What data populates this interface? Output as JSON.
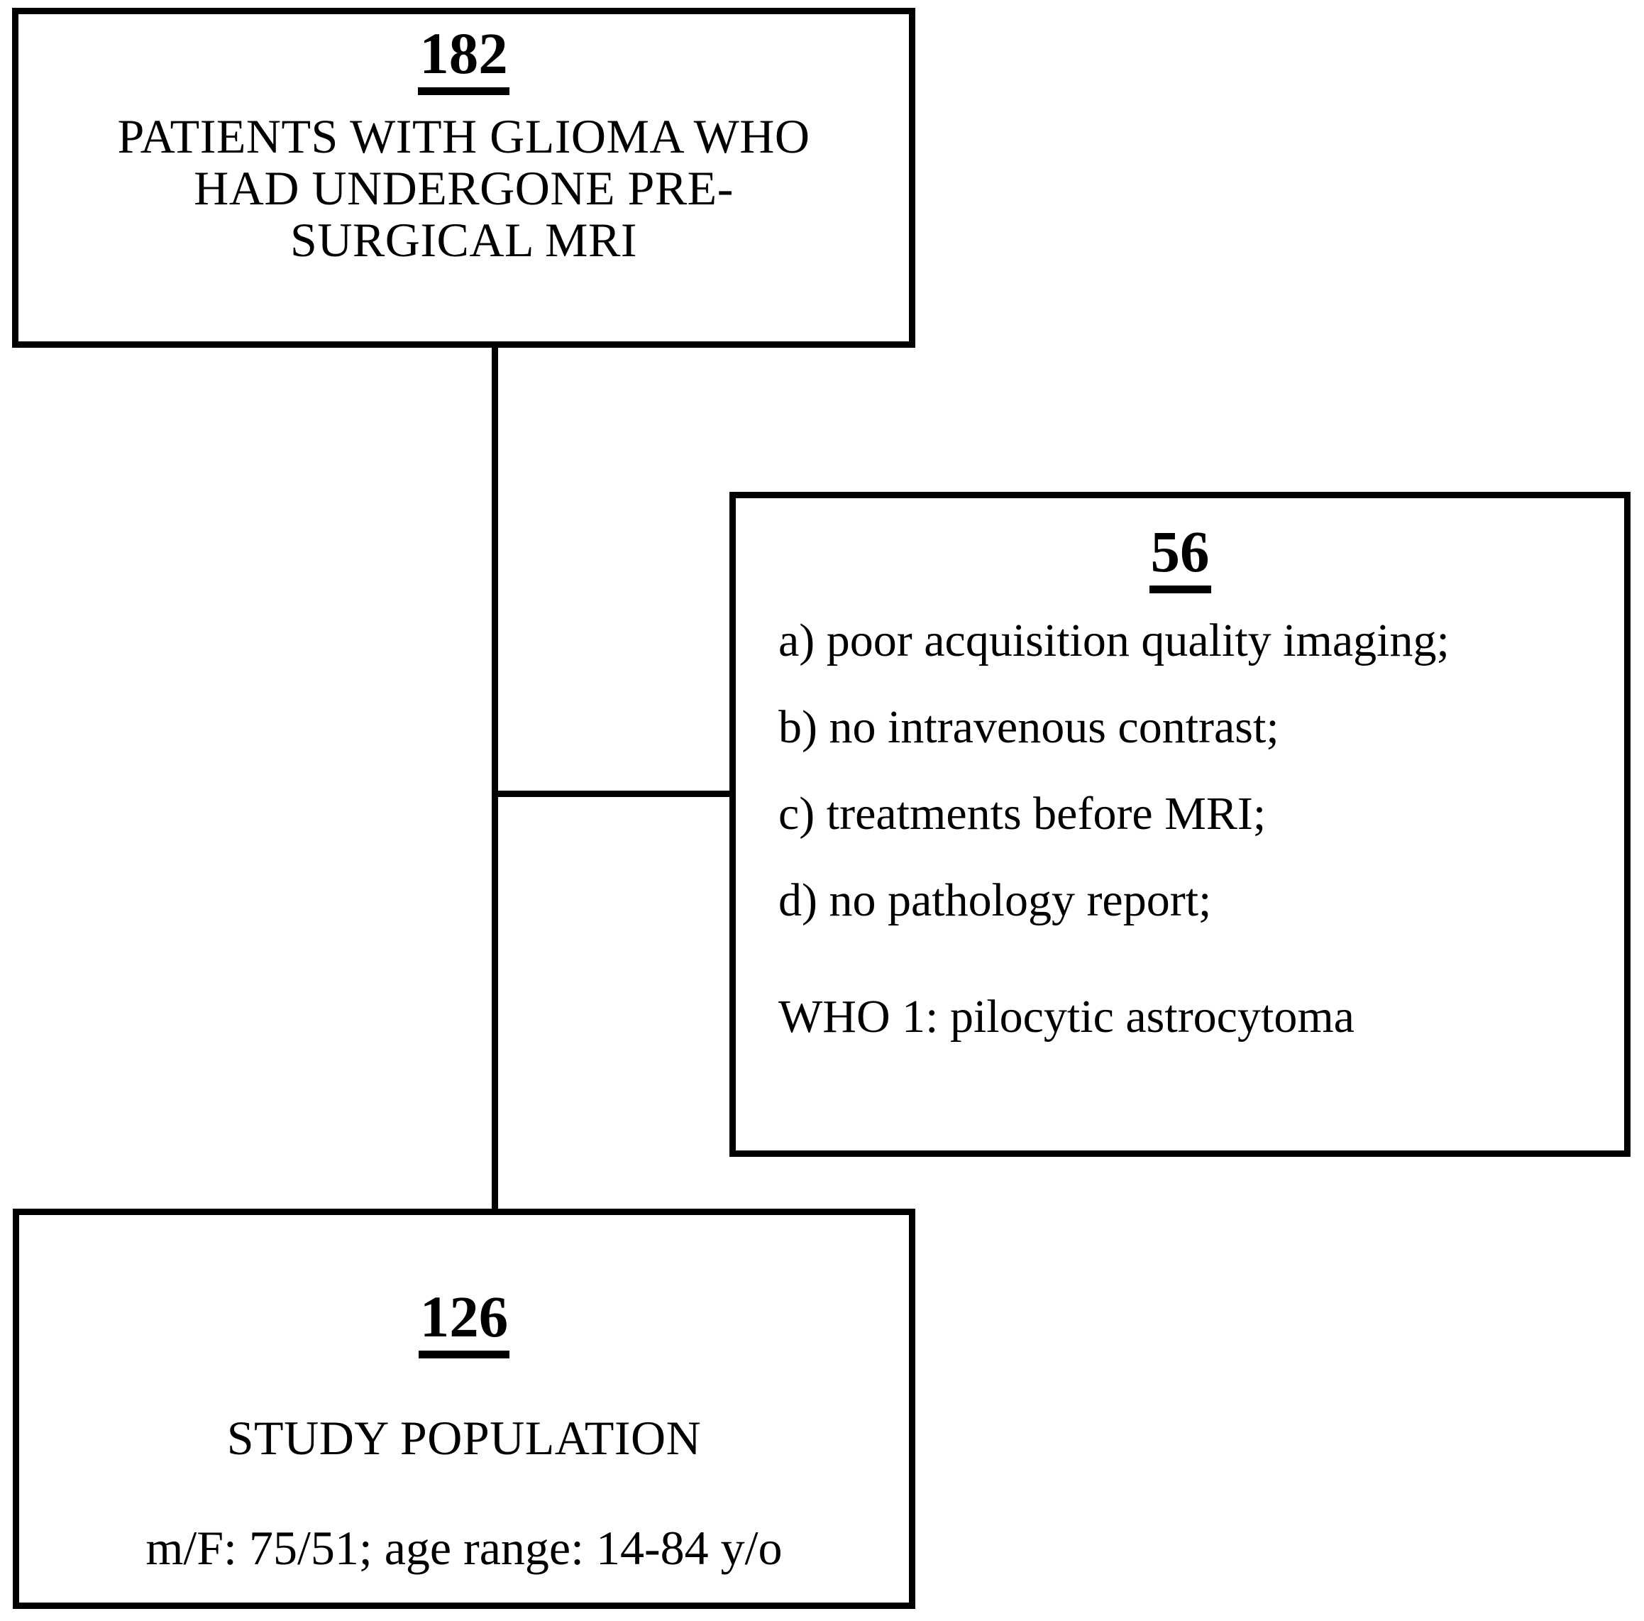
{
  "diagram": {
    "type": "patient-selection-flowchart",
    "background_color": "#ffffff",
    "line_color": "#000000",
    "nodes": {
      "enrolled": {
        "count": "182",
        "lines": [
          "PATIENTS WITH GLIOMA WHO",
          "HAD UNDERGONE PRE-",
          "SURGICAL MRI"
        ]
      },
      "excluded": {
        "count": "56",
        "reasons": [
          "a) poor acquisition quality imaging;",
          "b) no intravenous contrast;",
          "c) treatments before MRI;",
          "d) no pathology report;"
        ],
        "note": "WHO 1: pilocytic astrocytoma"
      },
      "study_population": {
        "count": "126",
        "title": "STUDY POPULATION",
        "demographics": "m/F: 75/51; age range: 14-84 y/o"
      }
    }
  }
}
